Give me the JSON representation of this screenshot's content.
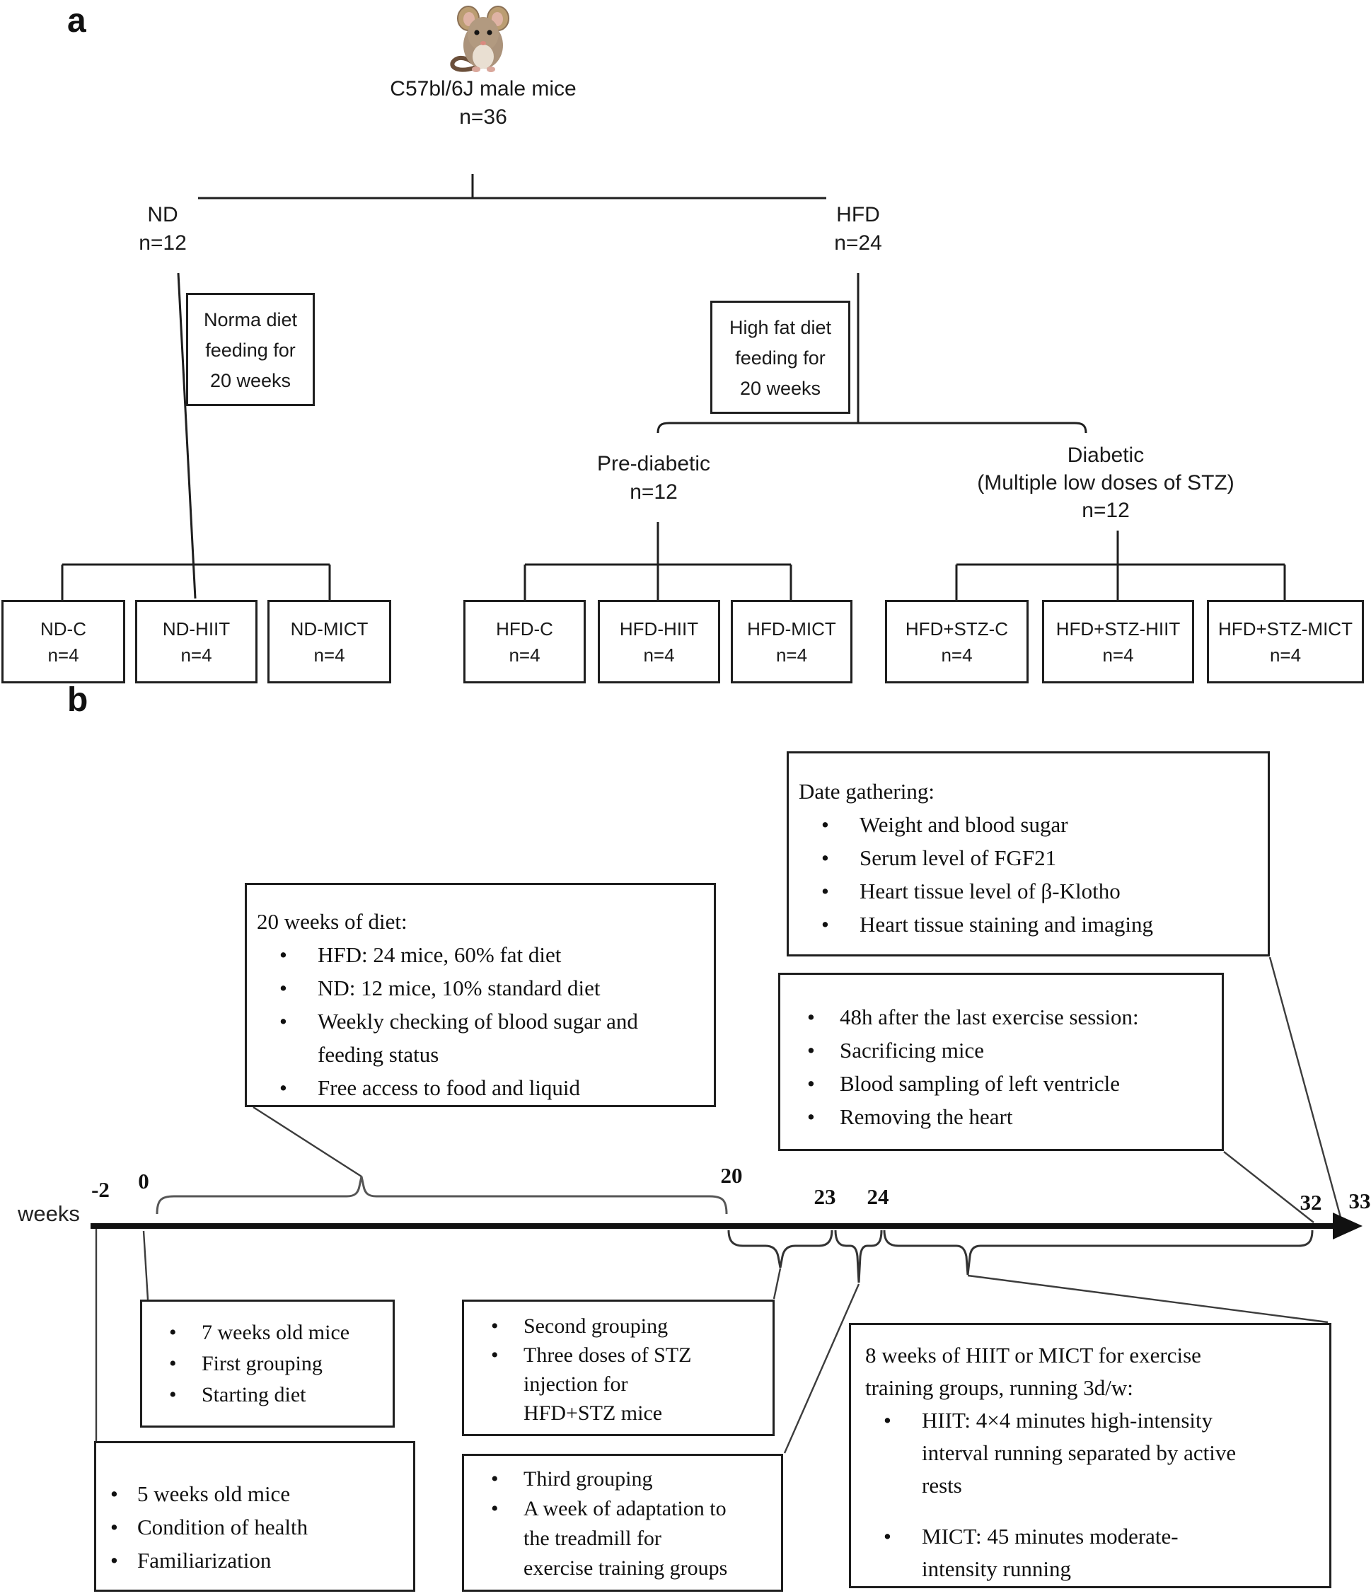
{
  "colors": {
    "line": "#1f1f1f",
    "brace": "#4a4a4a",
    "leader": "#3c3c3c",
    "text": "#1a1a1a"
  },
  "panel_a": {
    "label": "a",
    "mouse_icon": "mouse-photo",
    "root": {
      "line1": "C57bl/6J male mice",
      "line2": "n=36"
    },
    "nd": {
      "name": "ND",
      "n": "n=12"
    },
    "hfd": {
      "name": "HFD",
      "n": "n=24"
    },
    "nd_box": {
      "lines": [
        "Norma diet",
        "feeding for",
        "20 weeks"
      ]
    },
    "hfd_box": {
      "lines": [
        "High fat diet",
        "feeding for",
        "20 weeks"
      ]
    },
    "prediabetic": {
      "line1": "Pre-diabetic",
      "line2": "n=12"
    },
    "diabetic": {
      "line1": "Diabetic",
      "line2": "(Multiple low doses of STZ)",
      "line3": "n=12"
    },
    "leaves": [
      {
        "name": "ND-C",
        "n": "n=4"
      },
      {
        "name": "ND-HIIT",
        "n": "n=4"
      },
      {
        "name": "ND-MICT",
        "n": "n=4"
      },
      {
        "name": "HFD-C",
        "n": "n=4"
      },
      {
        "name": "HFD-HIIT",
        "n": "n=4"
      },
      {
        "name": "HFD-MICT",
        "n": "n=4"
      },
      {
        "name": "HFD+STZ-C",
        "n": "n=4"
      },
      {
        "name": "HFD+STZ-HIIT",
        "n": "n=4"
      },
      {
        "name": "HFD+STZ-MICT",
        "n": "n=4"
      }
    ]
  },
  "panel_b": {
    "label": "b",
    "date_box": {
      "title": "Date gathering:",
      "bullets": [
        [
          "Weight and blood sugar"
        ],
        [
          "Serum level of FGF21"
        ],
        [
          "Heart tissue level of β-Klotho"
        ],
        [
          "Heart tissue staining and imaging"
        ]
      ]
    },
    "diet_box": {
      "title": "20 weeks of diet:",
      "bullets": [
        [
          "HFD: 24 mice, 60% fat diet"
        ],
        [
          "ND: 12 mice, 10% standard diet"
        ],
        [
          "Weekly checking of blood sugar and",
          "feeding status"
        ],
        [
          "Free access to food and liquid"
        ]
      ]
    },
    "sac_box": {
      "bullets": [
        [
          "48h after the last exercise session:"
        ],
        [
          "Sacrificing mice"
        ],
        [
          "Blood sampling of left ventricle"
        ],
        [
          "Removing the heart"
        ]
      ]
    },
    "box7": {
      "bullets": [
        [
          "7 weeks old mice"
        ],
        [
          "First grouping"
        ],
        [
          "Starting diet"
        ]
      ]
    },
    "box5": {
      "bullets": [
        [
          "5 weeks old mice"
        ],
        [
          "Condition of health"
        ],
        [
          "Familiarization"
        ]
      ]
    },
    "box2nd": {
      "bullets": [
        [
          "Second grouping"
        ],
        [
          "Three doses of STZ",
          "injection for",
          "HFD+STZ mice"
        ]
      ]
    },
    "box3rd": {
      "bullets": [
        [
          "Third grouping"
        ],
        [
          "A week of adaptation to",
          "the treadmill for",
          "exercise training groups"
        ]
      ]
    },
    "box8w": {
      "title1": "8 weeks of HIIT or MICT for exercise",
      "title2": "training groups, running 3d/w:",
      "bullets": [
        [
          "HIIT: 4×4 minutes high-intensity",
          "interval running separated by active",
          "rests"
        ],
        [
          "MICT: 45 minutes moderate-",
          "intensity running"
        ]
      ]
    },
    "timeline": {
      "weeks_label": "weeks",
      "ticks": [
        "-2",
        "0",
        "20",
        "23",
        "24",
        "32",
        "33"
      ]
    }
  }
}
